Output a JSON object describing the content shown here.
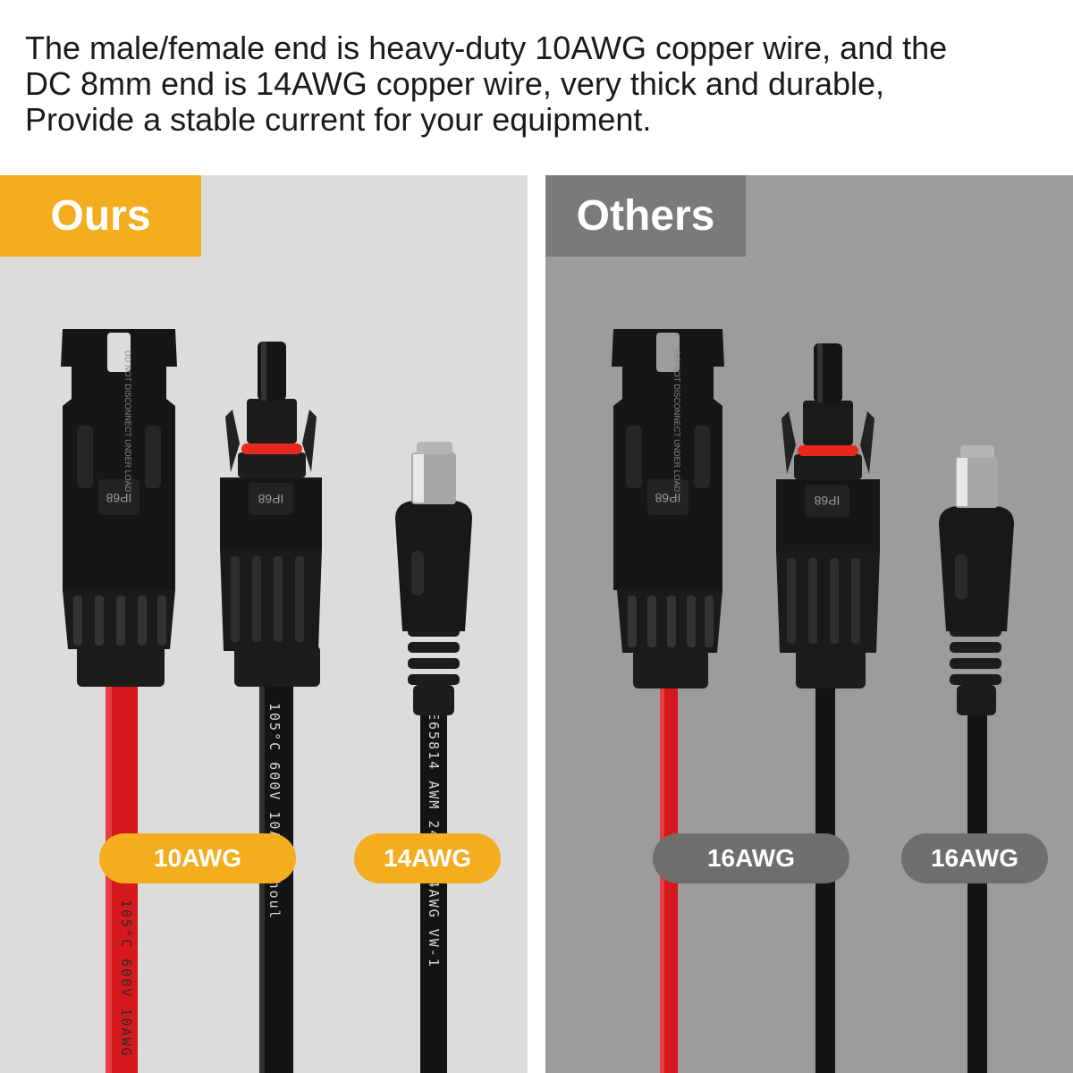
{
  "intro": {
    "line1": "The male/female end is heavy-duty 10AWG copper wire, and the",
    "line2": "DC 8mm end is 14AWG copper wire, very thick and durable,",
    "line3": "Provide a stable current for your equipment."
  },
  "ours": {
    "heading": "Ours",
    "label_connector": "10AWG",
    "label_dc": "14AWG",
    "wire_print_red": "105°C 600V 10AWG",
    "wire_print_black": "105°C 600V 10AWG shoul",
    "wire_print_dc": "E65814 AWM 2468 14AWG VW-1"
  },
  "others": {
    "heading": "Others",
    "label_connector": "16AWG",
    "label_dc": "16AWG"
  },
  "connector": {
    "warning_text": "DO NOT DISCONNECT UNDER LOAD",
    "rating": "IP68"
  },
  "colors": {
    "accent": "#f4ad1e",
    "others_heading": "#7a7a7a",
    "others_pill": "#6e6e6e",
    "ours_bg": "#dcdcdc",
    "others_bg": "#9c9c9c",
    "wire_red": "#d6181c",
    "wire_black": "#141414"
  }
}
